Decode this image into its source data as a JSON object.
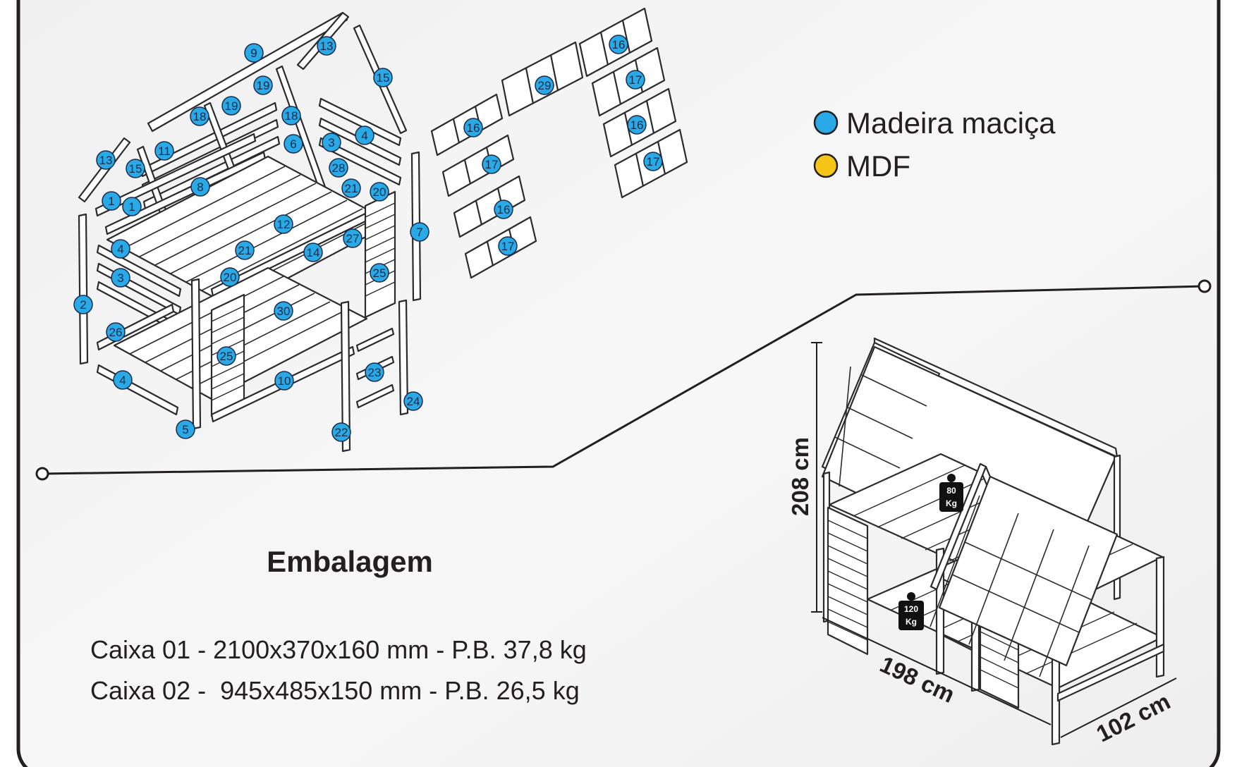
{
  "legend": [
    {
      "label": "Madeira maciça",
      "color": "#29a9e6"
    },
    {
      "label": "MDF",
      "color": "#f5c518"
    }
  ],
  "part_labels": [
    {
      "n": "9"
    },
    {
      "n": "13"
    },
    {
      "n": "15"
    },
    {
      "n": "19"
    },
    {
      "n": "19"
    },
    {
      "n": "18"
    },
    {
      "n": "18"
    },
    {
      "n": "11"
    },
    {
      "n": "6"
    },
    {
      "n": "3"
    },
    {
      "n": "4"
    },
    {
      "n": "13"
    },
    {
      "n": "15"
    },
    {
      "n": "28"
    },
    {
      "n": "8"
    },
    {
      "n": "21"
    },
    {
      "n": "20"
    },
    {
      "n": "1"
    },
    {
      "n": "1"
    },
    {
      "n": "7"
    },
    {
      "n": "12"
    },
    {
      "n": "27"
    },
    {
      "n": "4"
    },
    {
      "n": "21"
    },
    {
      "n": "14"
    },
    {
      "n": "3"
    },
    {
      "n": "20"
    },
    {
      "n": "25"
    },
    {
      "n": "2"
    },
    {
      "n": "30"
    },
    {
      "n": "26"
    },
    {
      "n": "25"
    },
    {
      "n": "23"
    },
    {
      "n": "4"
    },
    {
      "n": "10"
    },
    {
      "n": "24"
    },
    {
      "n": "5"
    },
    {
      "n": "22"
    },
    {
      "n": "16"
    },
    {
      "n": "29"
    },
    {
      "n": "17"
    },
    {
      "n": "16"
    },
    {
      "n": "16"
    },
    {
      "n": "17"
    },
    {
      "n": "17"
    },
    {
      "n": "16"
    },
    {
      "n": "17"
    }
  ],
  "packaging": {
    "title": "Embalagem",
    "boxes": [
      "Caixa 01 - 2100x370x160 mm - P.B. 37,8 kg",
      "Caixa 02 -  945x485x150 mm - P.B. 26,5 kg"
    ]
  },
  "dimensions": {
    "height": "208 cm",
    "length": "198 cm",
    "width": "102 cm"
  },
  "weights": {
    "upper": {
      "value": "80",
      "unit": "Kg"
    },
    "lower": {
      "value": "120",
      "unit": "Kg"
    }
  }
}
